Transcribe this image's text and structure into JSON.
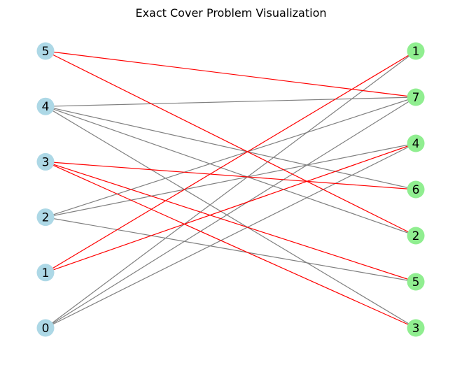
{
  "title": "Exact Cover Problem Visualization",
  "colors": {
    "left_node": "#add8e6",
    "right_node": "#90ee90",
    "edge_default": "#808080",
    "edge_highlight": "#ff0000",
    "background": "#ffffff"
  },
  "left_nodes": [
    "5",
    "4",
    "3",
    "2",
    "1",
    "0"
  ],
  "right_nodes": [
    "1",
    "7",
    "4",
    "6",
    "2",
    "5",
    "3"
  ],
  "edges": [
    {
      "from": "4",
      "to": "7",
      "highlight": false
    },
    {
      "from": "4",
      "to": "6",
      "highlight": false
    },
    {
      "from": "4",
      "to": "2",
      "highlight": false
    },
    {
      "from": "4",
      "to": "3",
      "highlight": false
    },
    {
      "from": "2",
      "to": "7",
      "highlight": false
    },
    {
      "from": "2",
      "to": "4",
      "highlight": false
    },
    {
      "from": "2",
      "to": "5",
      "highlight": false
    },
    {
      "from": "0",
      "to": "1",
      "highlight": false
    },
    {
      "from": "0",
      "to": "7",
      "highlight": false
    },
    {
      "from": "0",
      "to": "4",
      "highlight": false
    },
    {
      "from": "5",
      "to": "7",
      "highlight": true
    },
    {
      "from": "5",
      "to": "2",
      "highlight": true
    },
    {
      "from": "3",
      "to": "6",
      "highlight": true
    },
    {
      "from": "3",
      "to": "5",
      "highlight": true
    },
    {
      "from": "3",
      "to": "3",
      "highlight": true
    },
    {
      "from": "1",
      "to": "1",
      "highlight": true
    },
    {
      "from": "1",
      "to": "4",
      "highlight": true
    }
  ]
}
